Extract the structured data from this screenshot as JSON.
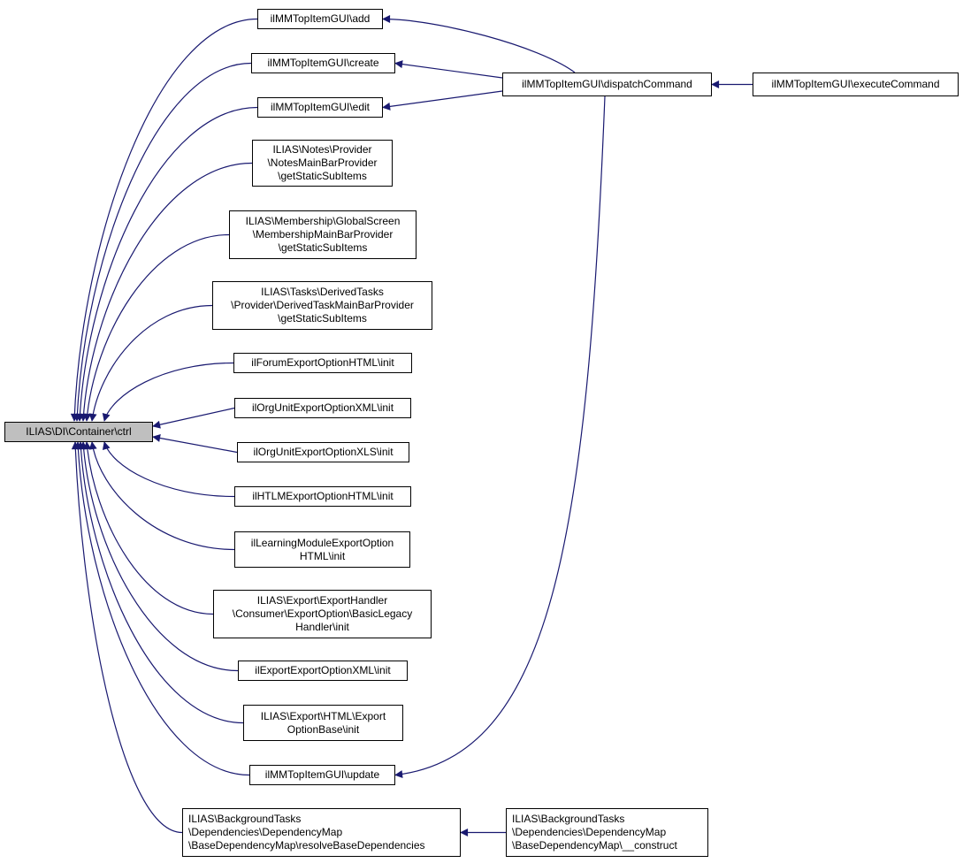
{
  "diagram": {
    "type": "call-graph",
    "edge_color": "#191970",
    "root_fill": "#bfbfbf",
    "nodes": [
      {
        "id": "root",
        "label": "ILIAS\\DI\\Container\\ctrl"
      },
      {
        "id": "add",
        "label": "ilMMTopItemGUI\\add"
      },
      {
        "id": "create",
        "label": "ilMMTopItemGUI\\create"
      },
      {
        "id": "edit",
        "label": "ilMMTopItemGUI\\edit"
      },
      {
        "id": "notes",
        "label": "ILIAS\\Notes\\Provider\n\\NotesMainBarProvider\n\\getStaticSubItems"
      },
      {
        "id": "membership",
        "label": "ILIAS\\Membership\\GlobalScreen\n\\MembershipMainBarProvider\n\\getStaticSubItems"
      },
      {
        "id": "tasks",
        "label": "ILIAS\\Tasks\\DerivedTasks\n\\Provider\\DerivedTaskMainBarProvider\n\\getStaticSubItems"
      },
      {
        "id": "forum",
        "label": "ilForumExportOptionHTML\\init"
      },
      {
        "id": "orgxml",
        "label": "ilOrgUnitExportOptionXML\\init"
      },
      {
        "id": "orgxls",
        "label": "ilOrgUnitExportOptionXLS\\init"
      },
      {
        "id": "htlm",
        "label": "ilHTLMExportOptionHTML\\init"
      },
      {
        "id": "lm",
        "label": "ilLearningModuleExportOption\nHTML\\init"
      },
      {
        "id": "exphandler",
        "label": "ILIAS\\Export\\ExportHandler\n\\Consumer\\ExportOption\\BasicLegacy\nHandler\\init"
      },
      {
        "id": "expxml",
        "label": "ilExportExportOptionXML\\init"
      },
      {
        "id": "exphtml",
        "label": "ILIAS\\Export\\HTML\\Export\nOptionBase\\init"
      },
      {
        "id": "update",
        "label": "ilMMTopItemGUI\\update"
      },
      {
        "id": "bgresolve",
        "label": "ILIAS\\BackgroundTasks\n\\Dependencies\\DependencyMap\n\\BaseDependencyMap\\resolveBaseDependencies"
      },
      {
        "id": "dispatch",
        "label": "ilMMTopItemGUI\\dispatchCommand"
      },
      {
        "id": "execute",
        "label": "ilMMTopItemGUI\\executeCommand"
      },
      {
        "id": "bgconstruct",
        "label": "ILIAS\\BackgroundTasks\n\\Dependencies\\DependencyMap\n\\BaseDependencyMap\\__construct"
      }
    ],
    "edges": [
      {
        "from": "add",
        "to": "root"
      },
      {
        "from": "create",
        "to": "root"
      },
      {
        "from": "edit",
        "to": "root"
      },
      {
        "from": "notes",
        "to": "root"
      },
      {
        "from": "membership",
        "to": "root"
      },
      {
        "from": "tasks",
        "to": "root"
      },
      {
        "from": "forum",
        "to": "root"
      },
      {
        "from": "orgxml",
        "to": "root"
      },
      {
        "from": "orgxls",
        "to": "root"
      },
      {
        "from": "htlm",
        "to": "root"
      },
      {
        "from": "lm",
        "to": "root"
      },
      {
        "from": "exphandler",
        "to": "root"
      },
      {
        "from": "expxml",
        "to": "root"
      },
      {
        "from": "exphtml",
        "to": "root"
      },
      {
        "from": "update",
        "to": "root"
      },
      {
        "from": "bgresolve",
        "to": "root"
      },
      {
        "from": "dispatch",
        "to": "add"
      },
      {
        "from": "dispatch",
        "to": "create"
      },
      {
        "from": "dispatch",
        "to": "edit"
      },
      {
        "from": "dispatch",
        "to": "update"
      },
      {
        "from": "execute",
        "to": "dispatch"
      },
      {
        "from": "bgconstruct",
        "to": "bgresolve"
      }
    ]
  }
}
